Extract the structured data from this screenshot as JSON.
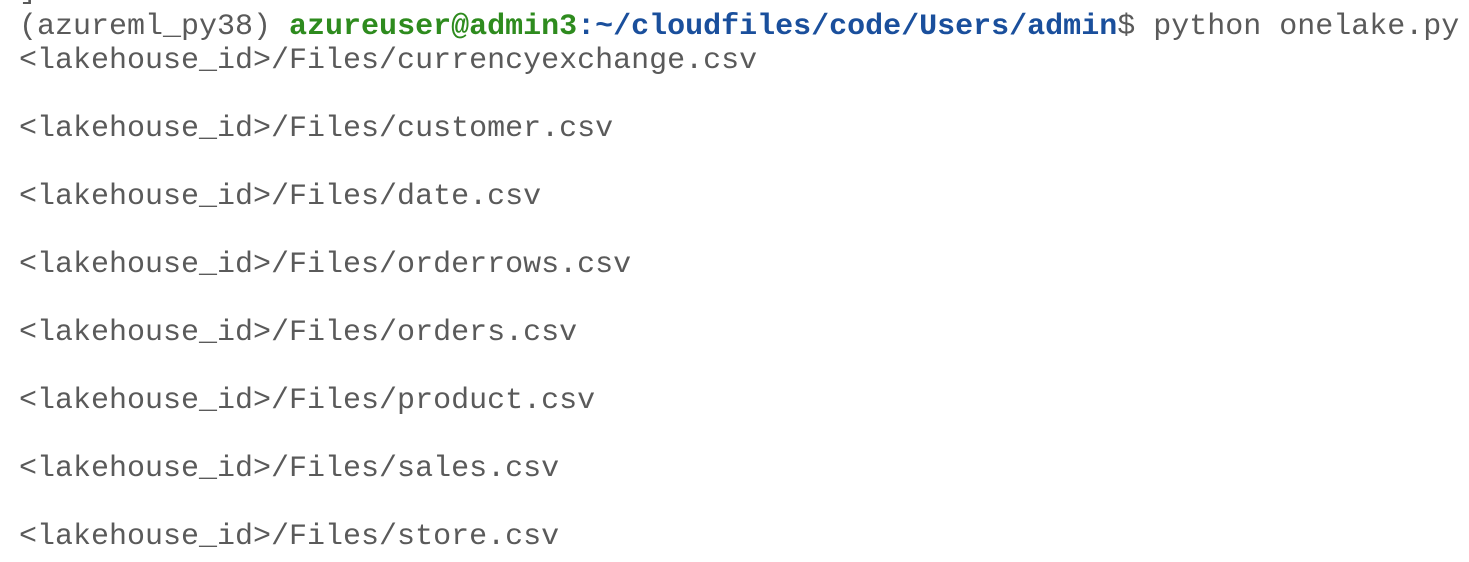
{
  "terminal": {
    "previous_tail": "]",
    "prompt": {
      "env": "(azureml_py38) ",
      "user_host": "azureuser@admin3",
      "colon": ":",
      "path": "~/cloudfiles/code/Users/admin",
      "symbol": "$ ",
      "command": "python onelake.py"
    },
    "output_lines": [
      "<lakehouse_id>/Files/currencyexchange.csv",
      "<lakehouse_id>/Files/customer.csv",
      "<lakehouse_id>/Files/date.csv",
      "<lakehouse_id>/Files/orderrows.csv",
      "<lakehouse_id>/Files/orders.csv",
      "<lakehouse_id>/Files/product.csv",
      "<lakehouse_id>/Files/sales.csv",
      "<lakehouse_id>/Files/store.csv"
    ],
    "colors": {
      "user_host": "#2e8b1e",
      "path": "#1a4f9c",
      "text": "#5a5a5a",
      "background": "#ffffff"
    }
  }
}
